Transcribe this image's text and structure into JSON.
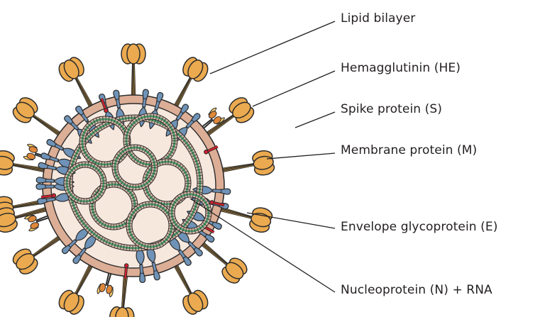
{
  "figure": {
    "title": "Coronavirus virion structure",
    "labels": [
      {
        "id": "lipid-bilayer",
        "text": "Lipid bilayer"
      },
      {
        "id": "hemagglutinin",
        "text": "Hemagglutinin (HE)"
      },
      {
        "id": "spike-protein",
        "text": "Spike protein (S)"
      },
      {
        "id": "membrane-protein",
        "text": "Membrane protein (M)"
      },
      {
        "id": "envelope-glycoprotein",
        "text": "Envelope glycoprotein (E)"
      },
      {
        "id": "nucleoprotein",
        "text": "Nucleoprotein (N) + RNA"
      }
    ],
    "colors": {
      "spike_head": "#ebaa4f",
      "spike_stalk": "#6b4a1e",
      "he_light": "#f6cd6e",
      "he_dark": "#e0883a",
      "m_protein": "#6f93b8",
      "e_protein": "#d0202e",
      "membrane": "#dcae96",
      "interior": "#f7e8de",
      "rna_green": "#4f9a6e",
      "rna_pink": "#dcb8a8",
      "outline": "#2b2b2b",
      "leader": "#231f20"
    }
  }
}
